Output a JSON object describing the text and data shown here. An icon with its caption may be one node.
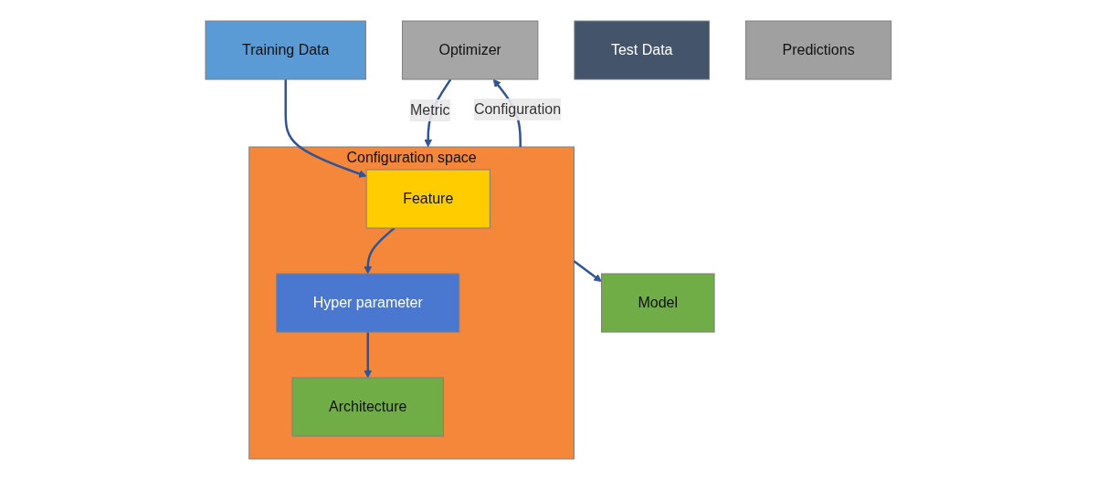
{
  "diagram": {
    "nodes": [
      {
        "text": [
          "Optimizer"
        ]
      },
      {
        "text": [
          "Configuration space"
        ]
      },
      {
        "text": [
          "Feature"
        ],
        "in": 1
      },
      {
        "text": [
          "Hyper parameter"
        ],
        "in": 1
      },
      {
        "text": [
          "Architecture"
        ],
        "in": 1
      },
      {
        "text": [
          "Training Data"
        ]
      },
      {
        "text": [
          "Test Data"
        ]
      },
      {
        "text": [
          "Model"
        ]
      },
      {
        "text": [
          "Predictions"
        ]
      }
    ],
    "edges": [
      {
        "from": 1,
        "to": 0,
        "arrow": "to",
        "label": "Configuration"
      },
      {
        "from": 0,
        "to": 1,
        "arrow": "to",
        "label": "Metric"
      },
      {
        "from": 5,
        "to": 2,
        "arrow": "to"
      },
      {
        "from": 2,
        "to": 3,
        "arrow": "to"
      },
      {
        "from": 3,
        "to": 4,
        "arrow": "to"
      },
      {
        "from": 1,
        "to": 7,
        "arrow": "to"
      }
    ]
  }
}
